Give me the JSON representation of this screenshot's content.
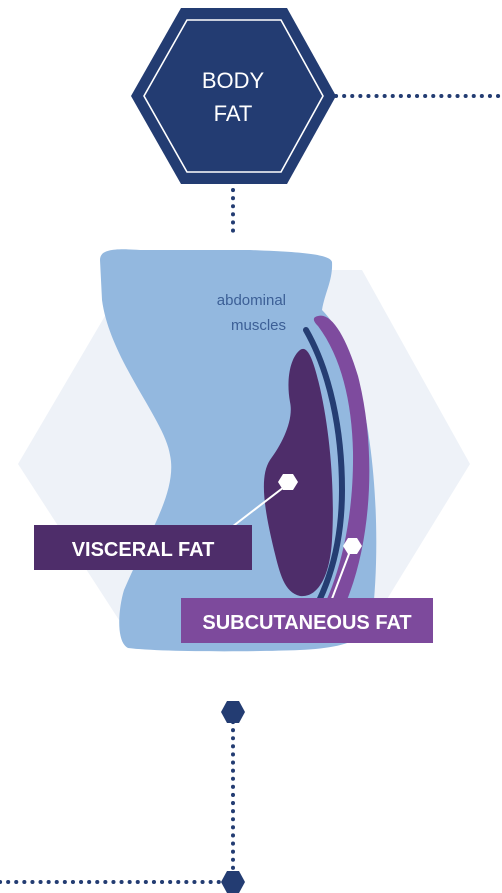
{
  "header": {
    "title_line1": "BODY",
    "title_line2": "FAT"
  },
  "labels": {
    "muscles_line1": "abdominal",
    "muscles_line2": "muscles",
    "visceral": "VISCERAL FAT",
    "subcutaneous": "SUBCUTANEOUS FAT"
  },
  "colors": {
    "navy": "#233c72",
    "body_blue": "#93b8df",
    "bg_hex": "#eef2f8",
    "visceral": "#4e2d6a",
    "subcutaneous": "#7e4b9e",
    "muscle_line": "#253d72",
    "label_visceral_bg": "#4e2d6a",
    "label_subcutaneous_bg": "#7d4a9c",
    "dot": "#233c72"
  }
}
